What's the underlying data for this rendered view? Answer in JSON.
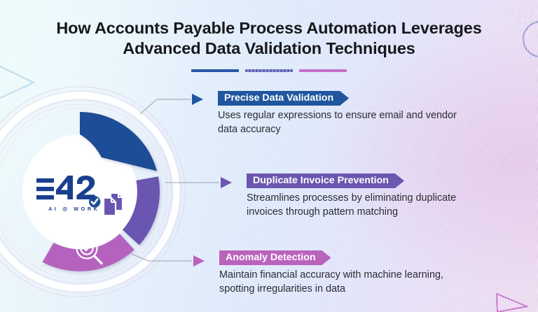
{
  "title": {
    "line1": "How Accounts Payable Process Automation Leverages",
    "line2": "Advanced Data Validation Techniques"
  },
  "logo": {
    "name": "E42",
    "tagline": "AI @ WORK"
  },
  "divider": {
    "bar1_color": "#2a56a8",
    "bar2_color": "#5b62b5",
    "bar3_color": "#c46fc8"
  },
  "items": [
    {
      "id": "precise-data-validation",
      "heading": "Precise Data Validation",
      "desc_line1": "Uses regular expressions to ensure email and vendor",
      "desc_line2": "data accuracy",
      "icon": "document-check-icon",
      "color": "#20569e"
    },
    {
      "id": "duplicate-invoice-prevention",
      "heading": "Duplicate Invoice Prevention",
      "desc_line1": "Streamlines processes by eliminating duplicate",
      "desc_line2": "invoices through pattern matching",
      "icon": "duplicate-documents-icon",
      "color": "#6b56b0"
    },
    {
      "id": "anomaly-detection",
      "heading": "Anomaly Detection",
      "desc_line1": "Maintain financial accuracy with machine learning,",
      "desc_line2": "spotting irregularities in data",
      "icon": "magnifier-check-icon",
      "color": "#ba63bd"
    }
  ],
  "decorations": {
    "top_right_circle_color": "#8a93cf",
    "bottom_right_triangle_color": "#c470c9",
    "left_triangle_color": "#bfe0f4"
  },
  "background": {
    "start": "#eefaf9",
    "middle": "#dce9fa",
    "end": "#edd9ef"
  }
}
